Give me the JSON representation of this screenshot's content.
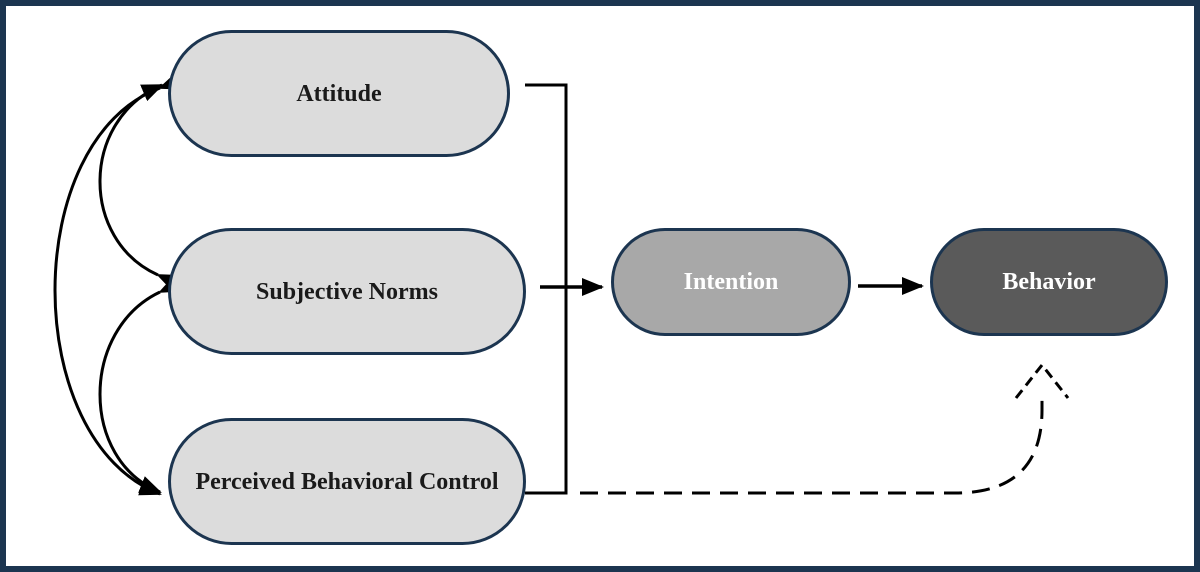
{
  "diagram": {
    "nodes": {
      "attitude": {
        "label": "Attitude"
      },
      "subjective_norms": {
        "label": "Subjective Norms"
      },
      "perceived_behavioral_control": {
        "label": "Perceived Behavioral Control"
      },
      "intention": {
        "label": "Intention"
      },
      "behavior": {
        "label": "Behavior"
      }
    },
    "edges": [
      {
        "from": "attitude",
        "to": "intention",
        "style": "solid"
      },
      {
        "from": "subjective_norms",
        "to": "intention",
        "style": "solid"
      },
      {
        "from": "perceived_behavioral_control",
        "to": "intention",
        "style": "solid"
      },
      {
        "from": "intention",
        "to": "behavior",
        "style": "solid"
      },
      {
        "from": "perceived_behavioral_control",
        "to": "behavior",
        "style": "dashed"
      },
      {
        "from": "attitude",
        "to": "subjective_norms",
        "style": "solid",
        "bidirectional": true
      },
      {
        "from": "subjective_norms",
        "to": "perceived_behavioral_control",
        "style": "solid",
        "bidirectional": true
      },
      {
        "from": "attitude",
        "to": "perceived_behavioral_control",
        "style": "solid",
        "bidirectional": true
      }
    ],
    "colors": {
      "border": "#1c3550",
      "light_fill": "#dcdcdc",
      "intention_fill": "#a8a8a8",
      "behavior_fill": "#5a5a5a",
      "arrow": "#000000"
    }
  }
}
